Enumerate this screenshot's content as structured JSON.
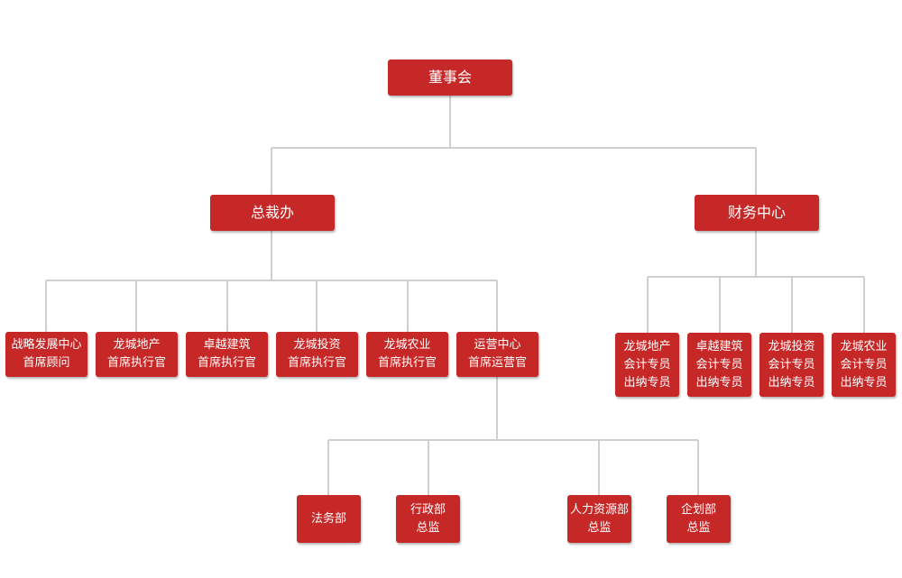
{
  "org": {
    "board": {
      "line1": "董事会"
    },
    "ceo_office": {
      "line1": "总裁办"
    },
    "finance_center": {
      "line1": "财务中心"
    },
    "ceo_children": [
      {
        "line1": "战略发展中心",
        "line2": "首席顾问"
      },
      {
        "line1": "龙城地产",
        "line2": "首席执行官"
      },
      {
        "line1": "卓越建筑",
        "line2": "首席执行官"
      },
      {
        "line1": "龙城投资",
        "line2": "首席执行官"
      },
      {
        "line1": "龙城农业",
        "line2": "首席执行官"
      },
      {
        "line1": "运营中心",
        "line2": "首席运营官"
      }
    ],
    "finance_children": [
      {
        "line1": "龙城地产",
        "line2": "会计专员",
        "line3": "出纳专员"
      },
      {
        "line1": "卓越建筑",
        "line2": "会计专员",
        "line3": "出纳专员"
      },
      {
        "line1": "龙城投资",
        "line2": "会计专员",
        "line3": "出纳专员"
      },
      {
        "line1": "龙城农业",
        "line2": "会计专员",
        "line3": "出纳专员"
      }
    ],
    "ops_children": [
      {
        "line1": "法务部"
      },
      {
        "line1": "行政部",
        "line2": "总监"
      },
      {
        "line1": "人力资源部",
        "line2": "总监"
      },
      {
        "line1": "企划部",
        "line2": "总监"
      }
    ]
  },
  "colors": {
    "box": "#c62828",
    "connector": "#cfcfcf",
    "text": "#ffffff"
  }
}
